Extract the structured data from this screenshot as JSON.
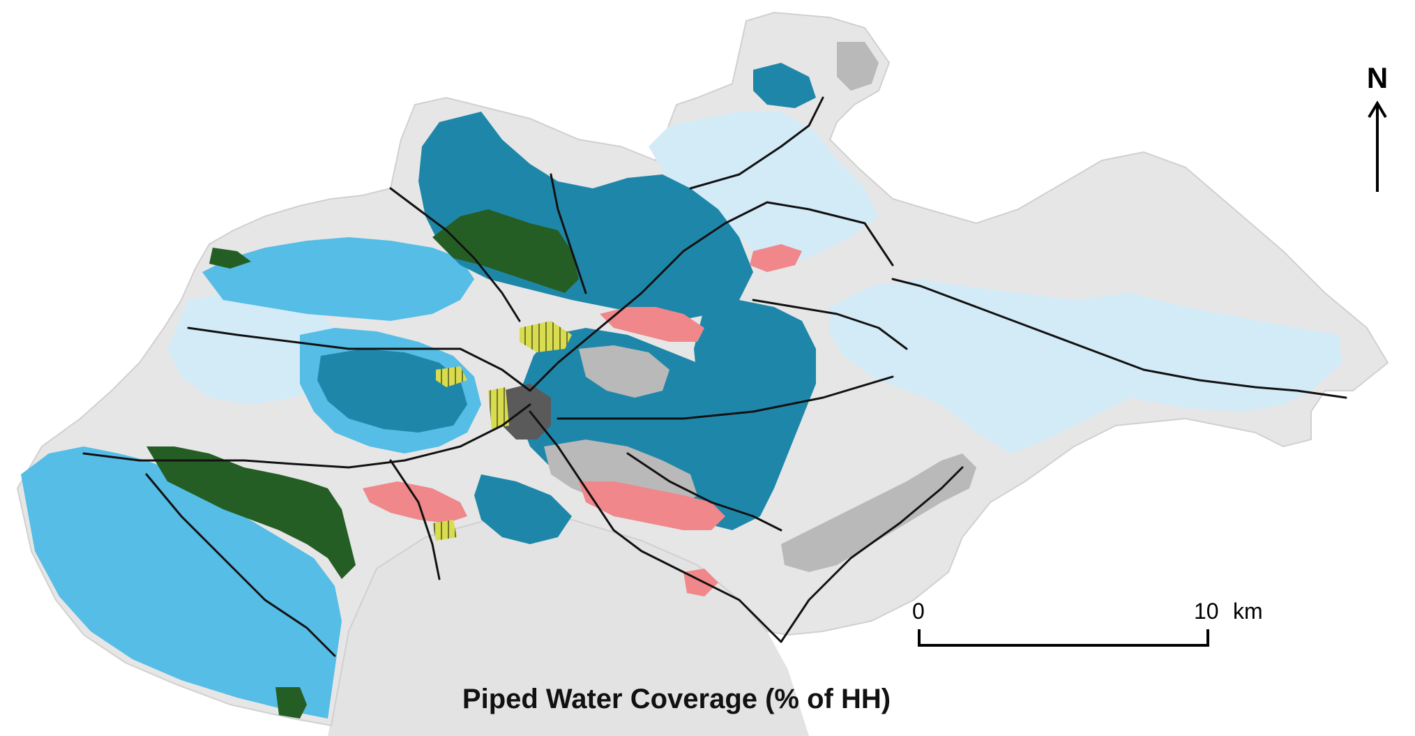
{
  "map": {
    "title": "Piped Water Coverage (% of HH)",
    "north_arrow": {
      "label": "N"
    },
    "scale_bar": {
      "start_label": "0",
      "end_value": "10",
      "unit": "km"
    },
    "colors": {
      "water_body": "#e3e3e3",
      "no_data": "#e6e6e6",
      "boundary": "#d6d6d6",
      "very_light_blue": "#d3eaf7",
      "light_blue": "#55bde6",
      "dark_blue": "#1e87a9",
      "grey": "#b9b9b9",
      "dark_grey": "#5a5a5a",
      "forest_green": "#255e24",
      "salmon": "#f0878a",
      "yellow_hatched": "#d8dc4f",
      "road": "#111111"
    }
  }
}
